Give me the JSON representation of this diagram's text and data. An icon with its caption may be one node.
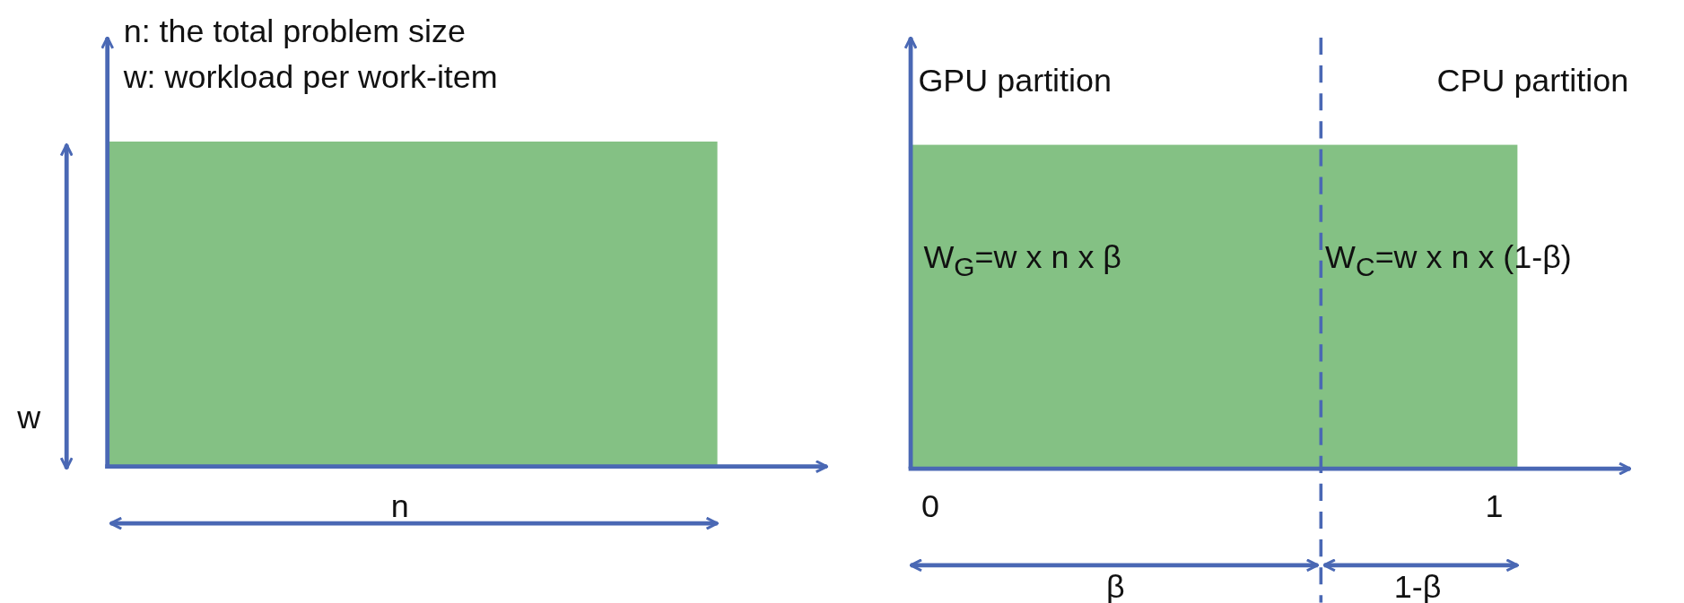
{
  "diagram": {
    "nodes": [
      {
        "text": [],
        "shape": "box"
      },
      {
        "text": [
          "W$_{G}$=w x n x β",
          "W$_{C}$=w x n x (1-β)"
        ]
      }
    ],
    "labels": [
      "n: the total problem size",
      "w: workload per work-item",
      "w",
      "n",
      "GPU partition",
      "CPU partition",
      "0",
      "1",
      "β",
      "1-β"
    ]
  }
}
